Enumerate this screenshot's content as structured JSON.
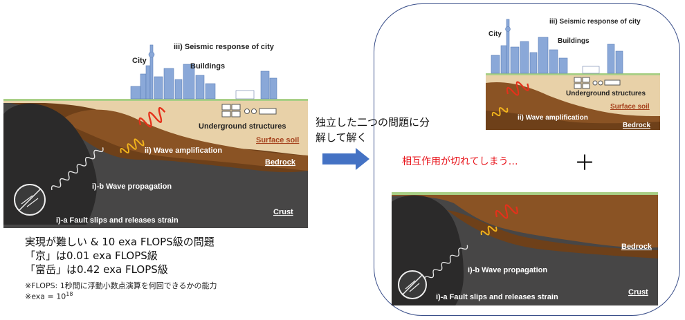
{
  "left_figure": {
    "city": "City",
    "buildings": "Buildings",
    "seismic_response": "iii) Seismic response of city",
    "underground": "Underground structures",
    "surface_soil": "Surface soil",
    "wave_amp": "ii) Wave amplification",
    "bedrock": "Bedrock",
    "wave_prop": "i)-b Wave propagation",
    "fault": "i)-a Fault slips and releases strain",
    "crust": "Crust"
  },
  "caption": {
    "line1": "実現が難しい & 10 exa FLOPS級の問題",
    "line2": "「京」は0.01 exa FLOPS級",
    "line3": "「富岳」は0.42 exa FLOPS級",
    "note1": "※FLOPS: 1秒間に浮動小数点演算を何回できるかの能力",
    "note2_prefix": "※exa = 10",
    "note2_exp": "18"
  },
  "arrow": {
    "label_line1": "独立した二つの問題に分",
    "label_line2": "解して解く"
  },
  "right_top": {
    "city": "City",
    "seismic_response": "iii) Seismic response of city",
    "buildings": "Buildings",
    "underground": "Underground structures",
    "surface_soil": "Surface soil",
    "wave_amp": "ii) Wave amplification",
    "bedrock": "Bedrock"
  },
  "interaction_note": "相互作用が切れてしまう…",
  "plus": "＋",
  "right_bottom": {
    "bedrock": "Bedrock",
    "wave_prop": "i)-b Wave propagation",
    "fault": "i)-a Fault slips and releases strain",
    "crust": "Crust"
  },
  "colors": {
    "crust": "#3e3d3d",
    "bedrock": "#6b3e17",
    "surface_soil": "#e9d3ac",
    "buildings": "#8aa8d8",
    "wave_red": "#e5311b",
    "wave_yellow": "#f2b41c",
    "arrow": "#4472c4",
    "frame": "#3a4f8a",
    "label_accent": "#a5421d"
  }
}
